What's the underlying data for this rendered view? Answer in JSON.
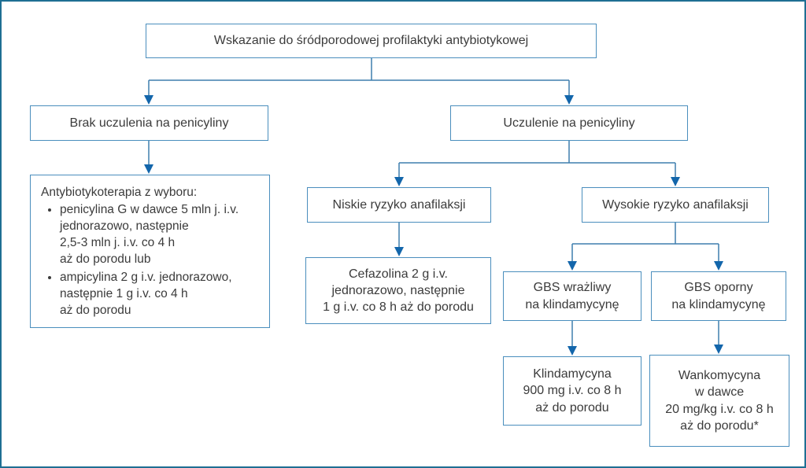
{
  "diagram": {
    "title": "Wskazanie do śródporodowej profilaktyki antybiotykowej",
    "nodes": {
      "root": "Wskazanie do śródporodowej profilaktyki antybiotykowej",
      "no_allergy": "Brak uczulenia na penicyliny",
      "allergy": "Uczulenie na penicyliny",
      "therapy_title": "Antybiotykoterapia z wyboru:",
      "therapy_bullets": [
        "penicylina G w dawce 5 mln j. i.v.\njednorazowo, następnie\n2,5-3 mln j. i.v. co 4 h\naż do porodu lub",
        "ampicylina 2 g i.v. jednorazowo,\nnastępnie 1 g i.v. co 4 h\naż do porodu"
      ],
      "low_risk": "Niskie ryzyko anafilaksji",
      "high_risk": "Wysokie ryzyko anafilaksji",
      "cefazolin": "Cefazolina 2 g i.v.\njednorazowo, następnie\n1 g i.v. co 8 h aż do porodu",
      "gbs_sensitive": "GBS wrażliwy\nna klindamycynę",
      "gbs_resistant": "GBS oporny\nna klindamycynę",
      "clindamycin": "Klindamycyna\n900 mg i.v. co 8 h\naż do porodu",
      "vancomycin": "Wankomycyna\nw dawce\n20 mg/kg i.v. co 8 h\naż do porodu*"
    }
  },
  "colors": {
    "frame": "#1e6f93",
    "box_border": "#4a8ebd",
    "line": "#3f7fae",
    "arrow": "#1366ab",
    "text": "#3b3b3b",
    "bg": "#ffffff"
  }
}
